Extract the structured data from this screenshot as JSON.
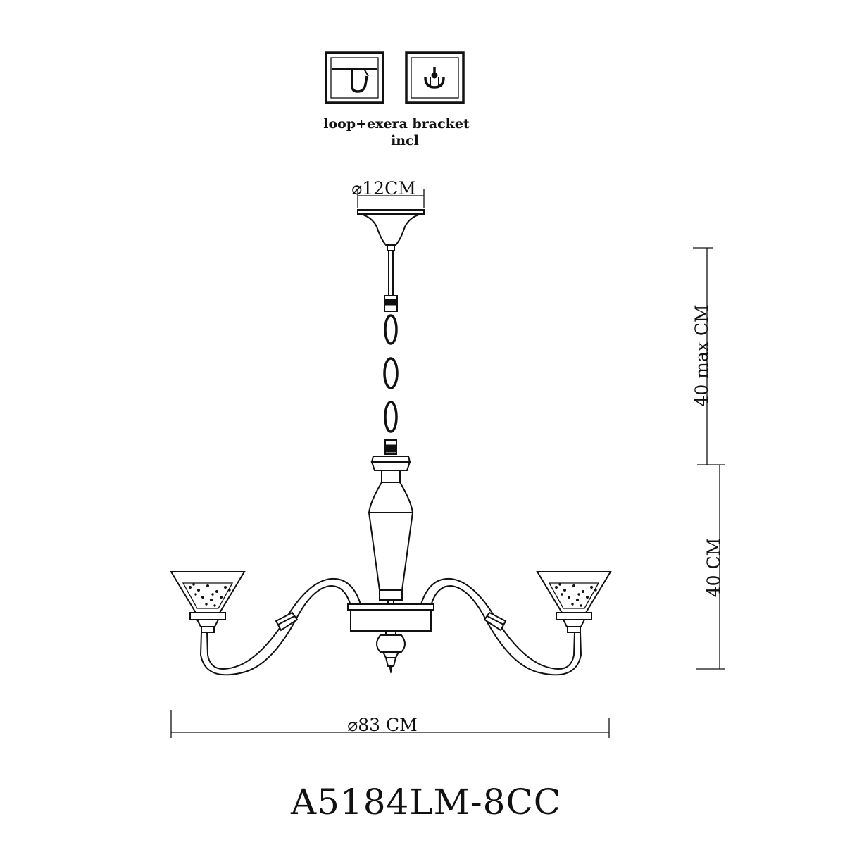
{
  "install_icons": {
    "note_line1": "loop+exera bracket",
    "note_line2": "incl"
  },
  "dimensions": {
    "canopy_diameter": "⌀12CM",
    "chain_length": "40 max CM",
    "body_height": "40 CM",
    "overall_diameter": "⌀83 CM"
  },
  "model": {
    "code": "A5184LM-8CC"
  },
  "colors": {
    "line": "#111111",
    "background": "#ffffff"
  }
}
